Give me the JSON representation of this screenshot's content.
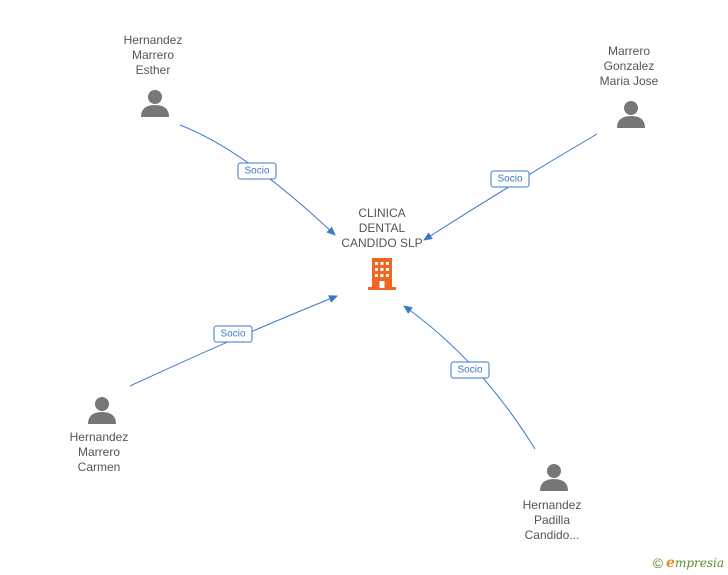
{
  "company": {
    "name": "CLINICA\nDENTAL\nCANDIDO  SLP",
    "icon": "building-icon",
    "color": "#f26522"
  },
  "people": [
    {
      "id": "p1",
      "name": "Hernandez\nMarrero\nEsther",
      "icon": "person-icon",
      "relation": "Socio"
    },
    {
      "id": "p2",
      "name": "Marrero\nGonzalez\nMaria Jose",
      "icon": "person-icon",
      "relation": "Socio"
    },
    {
      "id": "p3",
      "name": "Hernandez\nMarrero\nCarmen",
      "icon": "person-icon",
      "relation": "Socio"
    },
    {
      "id": "p4",
      "name": "Hernandez\nPadilla\nCandido...",
      "icon": "person-icon",
      "relation": "Socio"
    }
  ],
  "colors": {
    "edge": "#3a78c8",
    "person": "#777777",
    "text": "#555555"
  },
  "watermark": {
    "copyright": "©",
    "brand_initial": "e",
    "brand_rest": "mpresia"
  }
}
